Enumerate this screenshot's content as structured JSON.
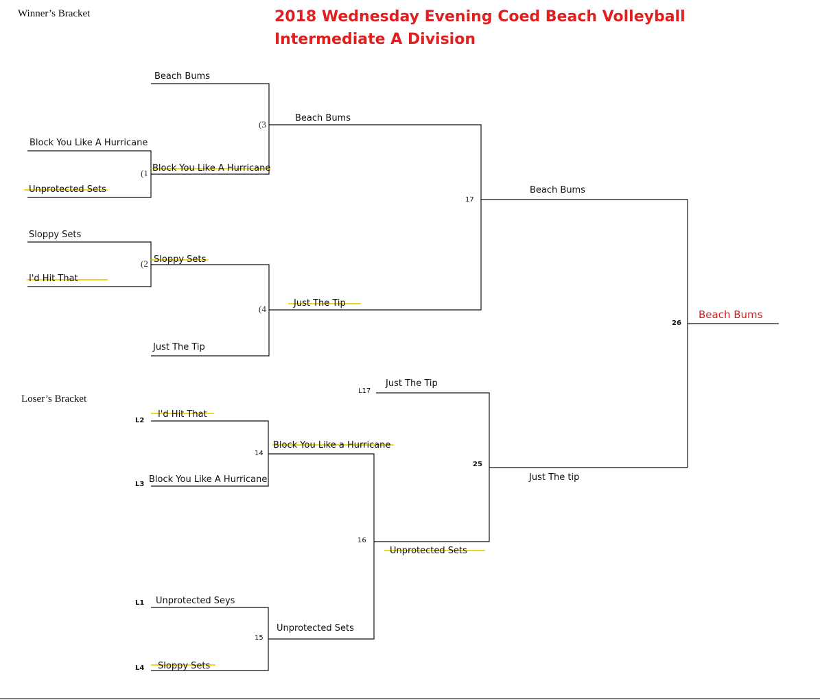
{
  "header": {
    "title_line1": "2018 Wednesday Evening Coed Beach Volleyball",
    "title_line2": "Intermediate A Division",
    "title_color": "#e02020"
  },
  "sections": {
    "winners": "Winner’s Bracket",
    "losers": "Loser’s Bracket"
  },
  "colors": {
    "line": "#111111",
    "strike": "#f2d61e",
    "champion": "#d42020"
  },
  "winners_bracket": {
    "r1_team_a": "Block You Like A Hurricane",
    "r1_team_b": "Unprotected Sets",
    "r1_match_b_team_a": "Sloppy Sets",
    "r1_match_b_team_b": "I'd Hit That",
    "r2_top_seed": "Beach Bums",
    "r2_top_winner_in": "Block You Like A Hurricane",
    "r2_bottom_winner_in": "Sloppy Sets",
    "r2_bottom_seed": "Just The Tip",
    "semi_top": "Beach Bums",
    "semi_bottom": "Just The Tip",
    "final_winner": "Beach Bums",
    "game_labels": {
      "g1": "(1",
      "g2": "(2",
      "g3": "(3",
      "g4": "(4",
      "g17": "17"
    }
  },
  "losers_bracket": {
    "l2_team": "I'd Hit That",
    "l3_team": "Block You Like A Hurricane",
    "l1_team": "Unprotected Seys",
    "l4_team": "Sloppy Sets",
    "g14_winner": "Block You Like a Hurricane",
    "g15_winner": "Unprotected Sets",
    "g16_winner": "Unprotected Sets",
    "l17_team": "Just The Tip",
    "g25_winner": "Just The tip",
    "labels": {
      "l1": "L1",
      "l2": "L2",
      "l3": "L3",
      "l4": "L4",
      "l17": "L17",
      "g14": "14",
      "g15": "15",
      "g16": "16",
      "g25": "25",
      "g26": "26"
    }
  },
  "champion": "Beach Bums"
}
